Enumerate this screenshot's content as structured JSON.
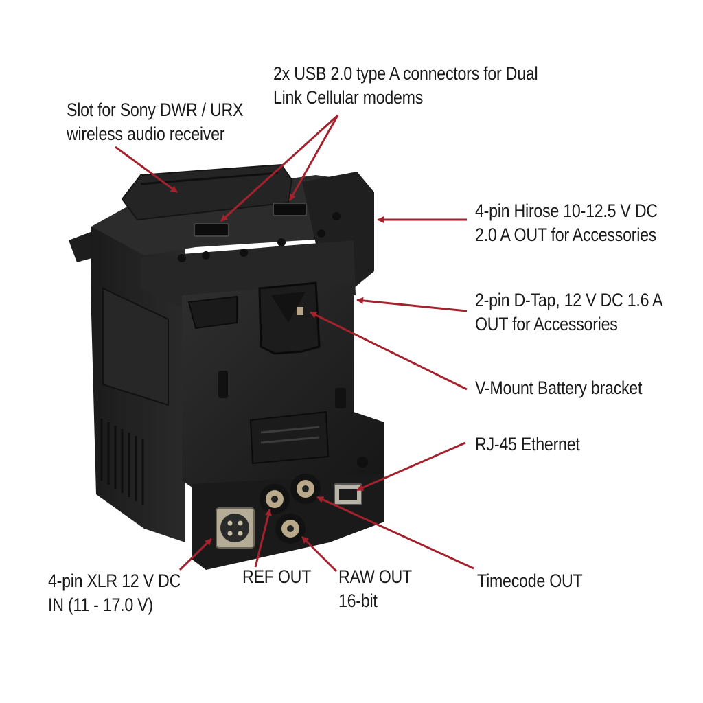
{
  "colors": {
    "arrow": "#a3222d",
    "device_body": "#232323",
    "device_edge": "#3a3a3a",
    "background": "#ffffff"
  },
  "callouts": {
    "usb": {
      "lines": [
        "2x USB 2.0 type A connectors for Dual",
        "Link Cellular modems"
      ]
    },
    "slot": {
      "lines": [
        "Slot for Sony DWR / URX",
        "wireless audio receiver"
      ]
    },
    "hirose": {
      "lines": [
        "4-pin Hirose 10-12.5 V DC",
        "2.0 A OUT for Accessories"
      ]
    },
    "dtap": {
      "lines": [
        "2-pin D-Tap, 12 V DC 1.6 A",
        "OUT for Accessories"
      ]
    },
    "vmount": {
      "lines": [
        "V-Mount Battery bracket"
      ]
    },
    "rj45": {
      "lines": [
        "RJ-45 Ethernet"
      ]
    },
    "timecode": {
      "lines": [
        "Timecode OUT"
      ]
    },
    "xlr": {
      "lines": [
        "4-pin XLR 12 V DC",
        "IN  (11 - 17.0 V)"
      ]
    },
    "ref": {
      "lines": [
        "REF OUT"
      ]
    },
    "raw": {
      "lines": [
        "RAW OUT",
        "16-bit"
      ]
    }
  }
}
